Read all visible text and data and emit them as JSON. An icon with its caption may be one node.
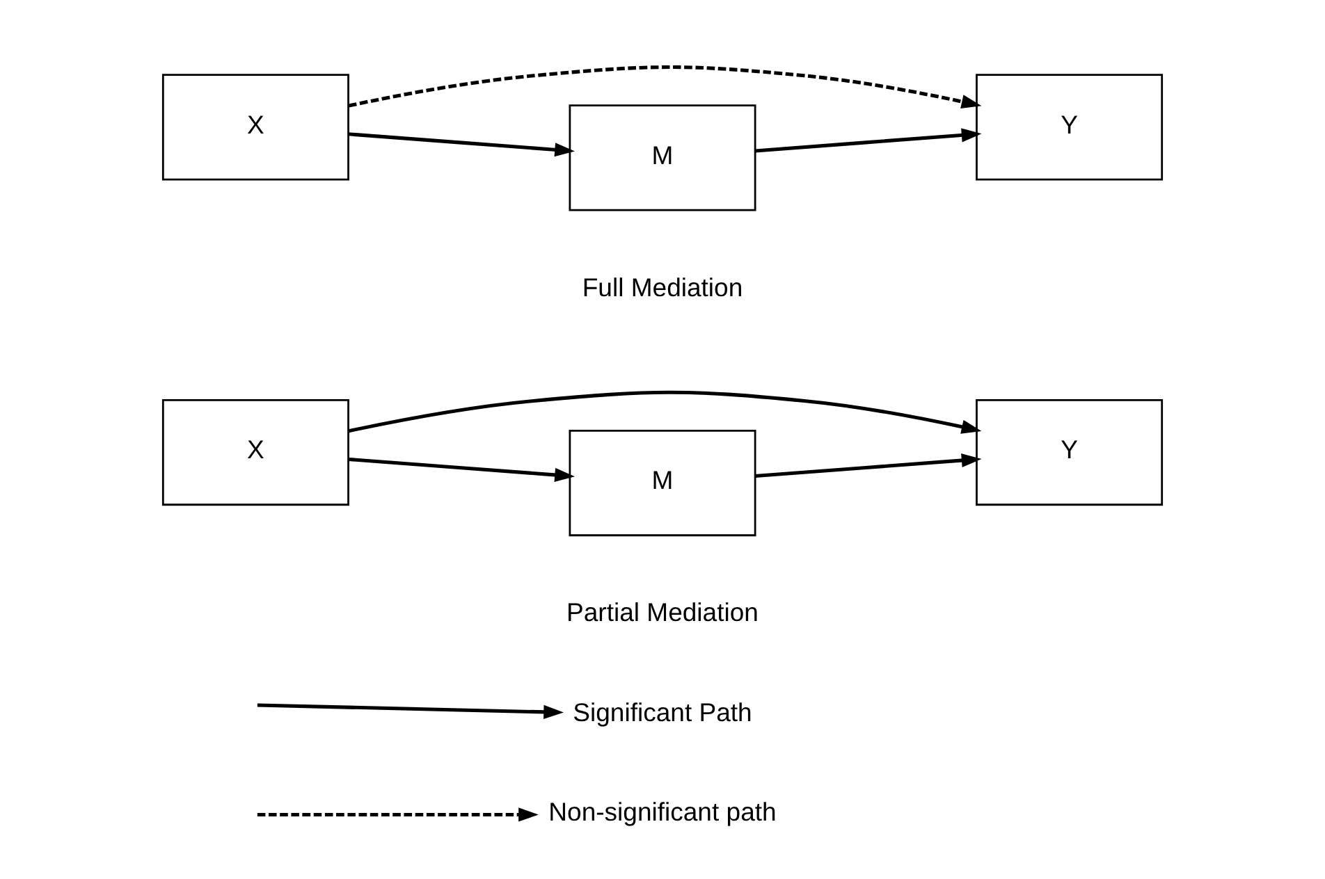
{
  "diagram": {
    "nodes": [
      {
        "text": [
          "X"
        ]
      },
      {
        "text": [
          "M"
        ]
      },
      {
        "text": [
          "Y"
        ]
      },
      {
        "text": [
          "X"
        ]
      },
      {
        "text": [
          "M"
        ]
      },
      {
        "text": [
          "Y"
        ]
      }
    ],
    "edges": [
      {
        "from": 0,
        "to": 1,
        "arrow": "to"
      },
      {
        "from": 1,
        "to": 2,
        "arrow": "to"
      },
      {
        "from": 0,
        "to": 2,
        "arrow": "to"
      },
      {
        "from": 3,
        "to": 4,
        "arrow": "to"
      },
      {
        "from": 4,
        "to": 5,
        "arrow": "to"
      },
      {
        "from": 3,
        "to": 5,
        "arrow": "to",
        "style": "dashed"
      }
    ],
    "labels": [
      "Partial Mediation",
      "Full Mediation"
    ],
    "legend": [
      {
        "text": "Significant Path"
      },
      {
        "text": "Non-significant path"
      }
    ]
  }
}
